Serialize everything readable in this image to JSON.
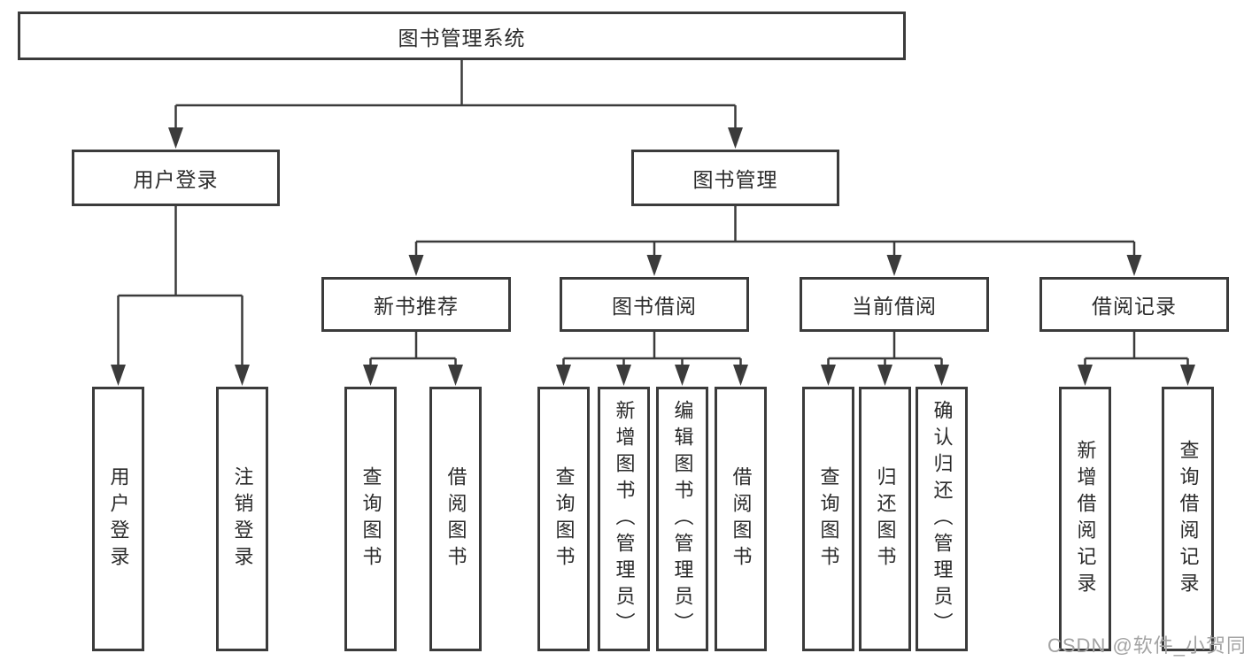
{
  "diagram": {
    "type": "tree",
    "title": "图书管理系统"
  },
  "tree": {
    "label": "图书管理系统",
    "children": [
      {
        "label": "用户登录",
        "children": [
          {
            "label": "用户登录"
          },
          {
            "label": "注销登录"
          }
        ]
      },
      {
        "label": "图书管理",
        "children": [
          {
            "label": "新书推荐",
            "children": [
              {
                "label": "查询图书"
              },
              {
                "label": "借阅图书"
              }
            ]
          },
          {
            "label": "图书借阅",
            "children": [
              {
                "label": "查询图书"
              },
              {
                "label": "新增图书（管理员）"
              },
              {
                "label": "编辑图书（管理员）"
              },
              {
                "label": "借阅图书"
              }
            ]
          },
          {
            "label": "当前借阅",
            "children": [
              {
                "label": "查询图书"
              },
              {
                "label": "归还图书"
              },
              {
                "label": "确认归还（管理员）"
              }
            ]
          },
          {
            "label": "借阅记录",
            "children": [
              {
                "label": "新增借阅记录"
              },
              {
                "label": "查询借阅记录"
              }
            ]
          }
        ]
      }
    ]
  },
  "watermark": "CSDN @软件_小贺同学",
  "colors": {
    "line": "#3b3b3b",
    "box_border": "#3b3b3b",
    "text": "#2b2b2b",
    "watermark": "#a3a3a3",
    "background": "#ffffff"
  }
}
